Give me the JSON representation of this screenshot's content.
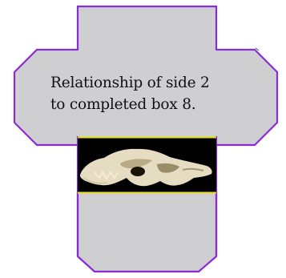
{
  "caption": {
    "line1": "Relationship of side 2",
    "line2": "to completed box 8."
  },
  "photo": {
    "subject": "skull"
  },
  "colors": {
    "panel_fill": "#cfcfd1",
    "outline": "#8a2bd6",
    "photo_border": "#e7e018",
    "photo_background": "#000000",
    "bone": "#e6dcc2"
  }
}
